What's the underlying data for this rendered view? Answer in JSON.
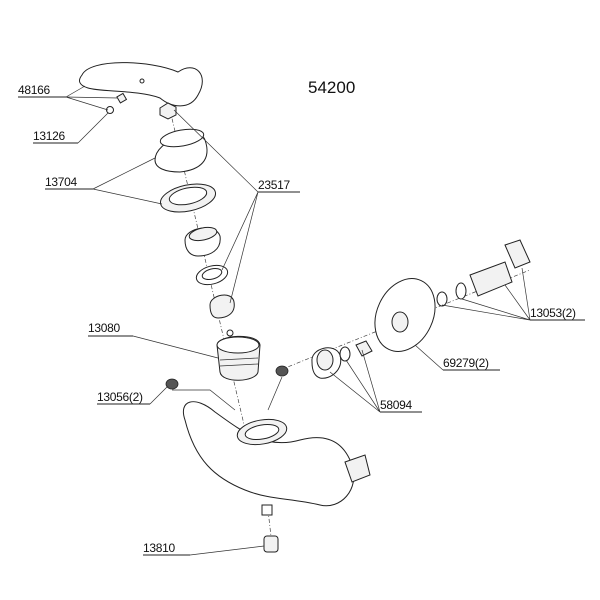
{
  "diagram": {
    "assembly_number": "54200",
    "part_labels": {
      "p48166": "48166",
      "p13126": "13126",
      "p13704": "13704",
      "p23517": "23517",
      "p13080": "13080",
      "p13056": "13056(2)",
      "p13810": "13810",
      "p58094": "58094",
      "p69279": "69279(2)",
      "p13053": "13053(2)"
    }
  }
}
